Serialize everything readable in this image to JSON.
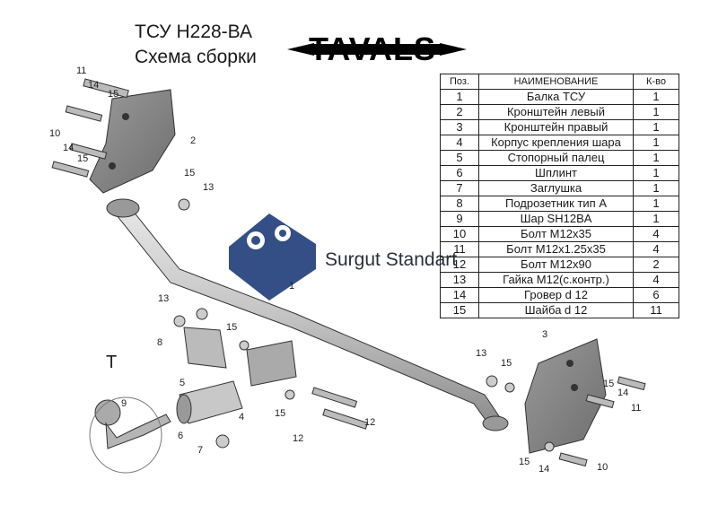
{
  "title": {
    "line1": "ТСУ  Н228-ВА",
    "line2": "Схема сборки"
  },
  "logo": {
    "text": "TAVALS"
  },
  "watermark": {
    "text": "Surgut Standart"
  },
  "table": {
    "headers": {
      "pos": "Поз.",
      "name": "НАИМЕНОВАНИЕ",
      "qty": "К-во"
    },
    "rows": [
      {
        "pos": "1",
        "name": "Балка ТСУ",
        "qty": "1"
      },
      {
        "pos": "2",
        "name": "Кронштейн левый",
        "qty": "1"
      },
      {
        "pos": "3",
        "name": "Кронштейн правый",
        "qty": "1"
      },
      {
        "pos": "4",
        "name": "Корпус крепления шара",
        "qty": "1"
      },
      {
        "pos": "5",
        "name": "Стопорный палец",
        "qty": "1"
      },
      {
        "pos": "6",
        "name": "Шплинт",
        "qty": "1"
      },
      {
        "pos": "7",
        "name": "Заглушка",
        "qty": "1"
      },
      {
        "pos": "8",
        "name": "Подрозетник тип А",
        "qty": "1"
      },
      {
        "pos": "9",
        "name": "Шар SH12BA",
        "qty": "1"
      },
      {
        "pos": "10",
        "name": "Болт М12х35",
        "qty": "4"
      },
      {
        "pos": "11",
        "name": "Болт М12х1.25х35",
        "qty": "4"
      },
      {
        "pos": "12",
        "name": "Болт М12х90",
        "qty": "2"
      },
      {
        "pos": "13",
        "name": "Гайка М12(с.контр.)",
        "qty": "4"
      },
      {
        "pos": "14",
        "name": "Гровер d 12",
        "qty": "6"
      },
      {
        "pos": "15",
        "name": "Шайба d 12",
        "qty": "11"
      }
    ]
  },
  "callouts": {
    "n1": "1",
    "n2": "2",
    "n3": "3",
    "n4": "4",
    "n5": "5",
    "n6": "6",
    "n7": "7",
    "n8": "8",
    "n9": "9",
    "n10": "10",
    "n11": "11",
    "n12": "12",
    "n13": "13",
    "n14": "14",
    "n15": "15",
    "T": "T"
  }
}
